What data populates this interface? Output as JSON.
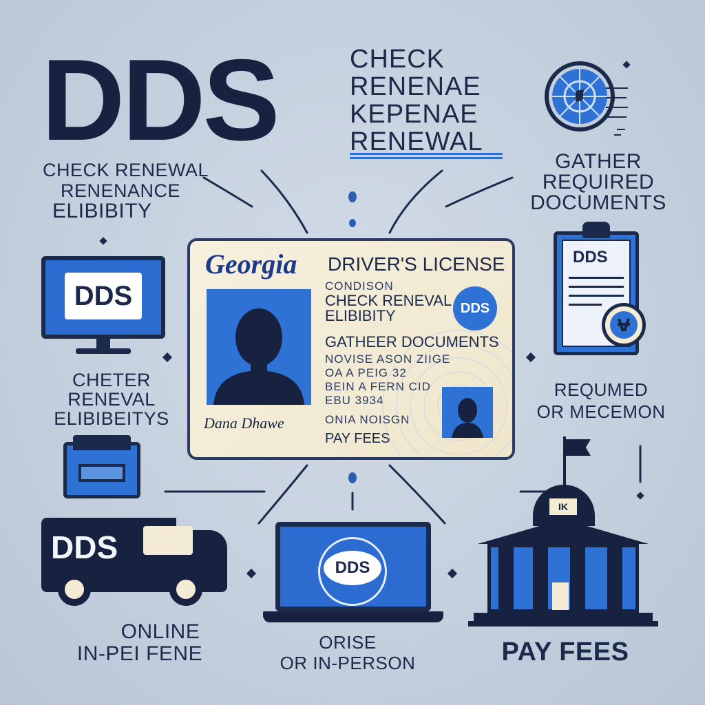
{
  "title": "DDS",
  "heading_lines": [
    "CHECK",
    "RENENAE",
    "KEPENAE",
    "RENEWAL"
  ],
  "steps": {
    "top_left": [
      "CHECK RENEWAL",
      "RENENANCE",
      "ELIBIBITY"
    ],
    "top_right": [
      "GATHER",
      "REQUIRED",
      "DOCUMENTS"
    ],
    "mid_left": [
      "CHETER",
      "RENEVAL",
      "ELIBIBEITYS"
    ],
    "mid_right": [
      "REQUMED",
      "OR MECEMON"
    ],
    "bottom_left": [
      "ONLINE",
      "IN-PEI FENE"
    ],
    "bottom_center": [
      "ORISE",
      "OR IN-PERSON"
    ],
    "bottom_right": [
      "PAY FEES"
    ]
  },
  "icons": {
    "monitor": {
      "label": "DDS",
      "icon": "monitor-icon"
    },
    "clipboard": {
      "label": "DDS",
      "icon": "clipboard-icon"
    },
    "van": {
      "label": "DDS",
      "icon": "van-icon"
    },
    "laptop": {
      "label": "DDS",
      "icon": "laptop-icon"
    },
    "globe": {
      "icon": "globe-icon"
    },
    "folder": {
      "icon": "folder-icon"
    },
    "courthouse": {
      "icon": "courthouse-icon",
      "badge": "IK"
    }
  },
  "license": {
    "state": "Georgia",
    "title": "DRIVER'S LICENSE",
    "badge": "DDS",
    "tiny_1": "CONDISON",
    "line_1": "CHECK RENEVAL",
    "line_2": "ELIBIBITY",
    "line_3": "GATHEER DOCUMENTS",
    "field_rows": [
      "NOVISE  ASON  ZIIGE",
      "OA  A  PEIG  32",
      "BEIN A FERN CID",
      "EBU   3934",
      "ONIA NOISGN"
    ],
    "line_4": "PAY  FEES",
    "signature": "Dana Dhawe"
  },
  "colors": {
    "accent": "#2f72d6",
    "navy": "#1b2a4a",
    "background": "#c8d3e1",
    "card": "#f3ebd4"
  }
}
